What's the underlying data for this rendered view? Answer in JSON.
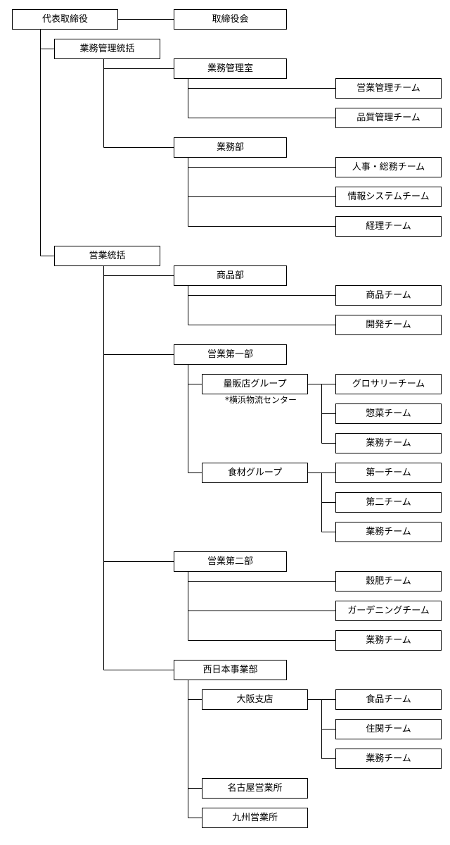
{
  "org": {
    "ceo": "代表取締役",
    "board": "取締役会",
    "gyomu_kanri_tokatsu": "業務管理統括",
    "gyomu_kanri_shitsu": "業務管理室",
    "eigyo_kanri_team": "営業管理チーム",
    "hinshitsu_kanri_team": "品質管理チーム",
    "gyomu_bu": "業務部",
    "jinji_somu_team": "人事・総務チーム",
    "joho_system_team": "情報システムチーム",
    "keiri_team": "経理チーム",
    "eigyo_tokatsu": "営業統括",
    "shohin_bu": "商品部",
    "shohin_team": "商品チーム",
    "kaihatsu_team": "開発チーム",
    "eigyo_daiichi_bu": "営業第一部",
    "ryohanten_group": "量販店グループ",
    "ryohanten_note": "*横浜物流センター",
    "grocery_team": "グロサリーチーム",
    "sozai_team": "惣菜チーム",
    "gyomu_team_1": "業務チーム",
    "shokuzai_group": "食材グループ",
    "daiichi_team": "第一チーム",
    "daini_team": "第二チーム",
    "gyomu_team_2": "業務チーム",
    "eigyo_daini_bu": "営業第二部",
    "kokuhi_team": "穀肥チーム",
    "gardening_team": "ガーデニングチーム",
    "gyomu_team_3": "業務チーム",
    "nishinihon_jigyobu": "西日本事業部",
    "osaka_shiten": "大阪支店",
    "shokuhin_team": "食品チーム",
    "juken_team": "住関チーム",
    "gyomu_team_4": "業務チーム",
    "nagoya_eigyosho": "名古屋営業所",
    "kyushu_eigyosho": "九州営業所"
  }
}
